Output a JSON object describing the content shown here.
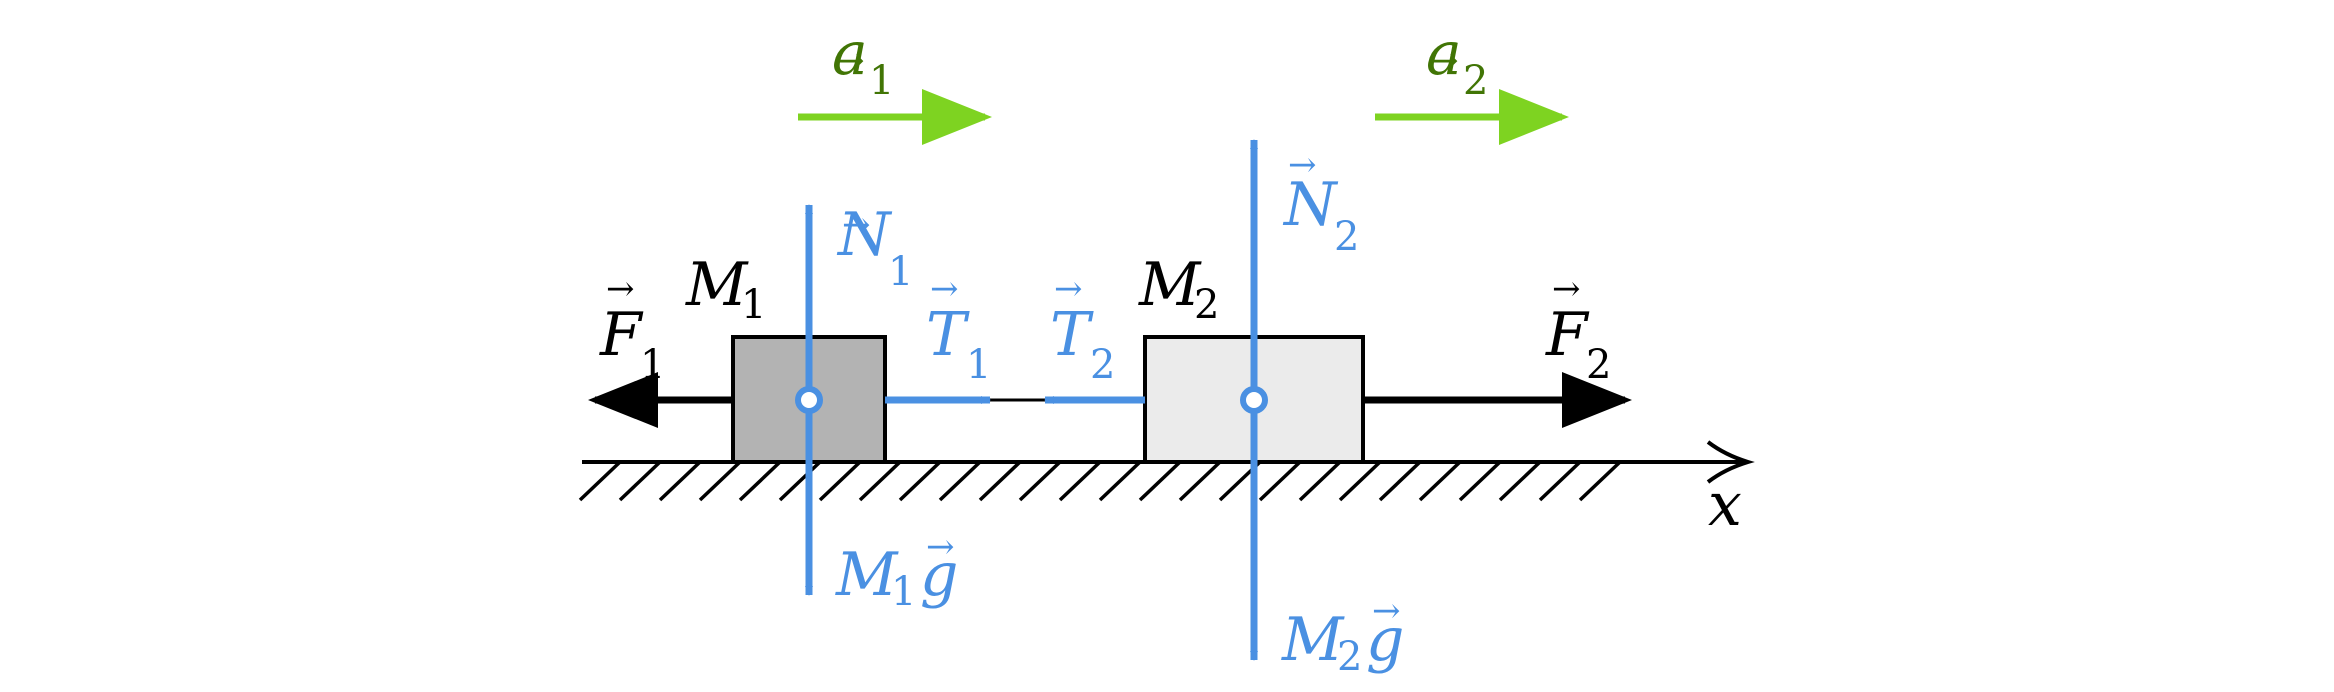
{
  "colors": {
    "force_blue": "#4a90e2",
    "accel_green": "#7ed321",
    "accel_label": "#417505",
    "black": "#000000",
    "block1_fill": "#b3b3b3",
    "block2_fill": "#ebebeb"
  },
  "labels": {
    "a1": {
      "main": "a",
      "sub": "1"
    },
    "a2": {
      "main": "a",
      "sub": "2"
    },
    "M1": {
      "main": "M",
      "sub": "1"
    },
    "M2": {
      "main": "M",
      "sub": "2"
    },
    "N1": {
      "main": "N",
      "sub": "1"
    },
    "N2": {
      "main": "N",
      "sub": "2"
    },
    "T1": {
      "main": "T",
      "sub": "1"
    },
    "T2": {
      "main": "T",
      "sub": "2"
    },
    "F1": {
      "main": "F",
      "sub": "1"
    },
    "F2": {
      "main": "F",
      "sub": "2"
    },
    "M1g": {
      "main": "M",
      "sub": "1",
      "tail": "g"
    },
    "M2g": {
      "main": "M",
      "sub": "2",
      "tail": "g"
    },
    "x_axis": "x"
  }
}
